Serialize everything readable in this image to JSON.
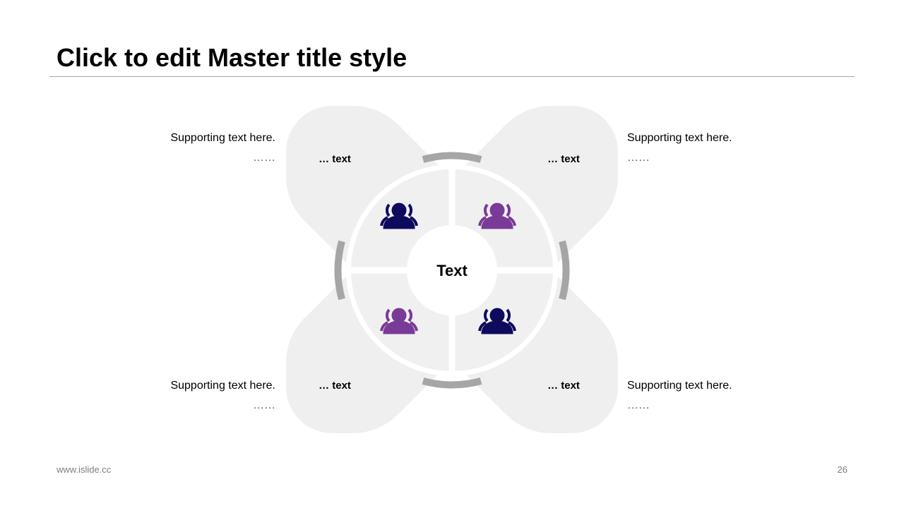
{
  "slide": {
    "title": "Click to edit Master title style",
    "footer_url": "www.islide.cc",
    "page_number": "26"
  },
  "diagram": {
    "center_label": "Text",
    "colors": {
      "navy": "#0e0a5e",
      "purple": "#7a3a97",
      "petal": "#efefef",
      "arc": "#a6a6a6"
    },
    "items": [
      {
        "petal_label": "… text",
        "support_text": "Supporting text here.",
        "support_more": "……",
        "icon": "user-group-icon",
        "icon_color": "#0e0a5e"
      },
      {
        "petal_label": "… text",
        "support_text": "Supporting text here.",
        "support_more": "……",
        "icon": "user-group-icon",
        "icon_color": "#7a3a97"
      },
      {
        "petal_label": "… text",
        "support_text": "Supporting text here.",
        "support_more": "……",
        "icon": "user-group-icon",
        "icon_color": "#7a3a97"
      },
      {
        "petal_label": "… text",
        "support_text": "Supporting text here.",
        "support_more": "……",
        "icon": "user-group-icon",
        "icon_color": "#0e0a5e"
      }
    ]
  }
}
